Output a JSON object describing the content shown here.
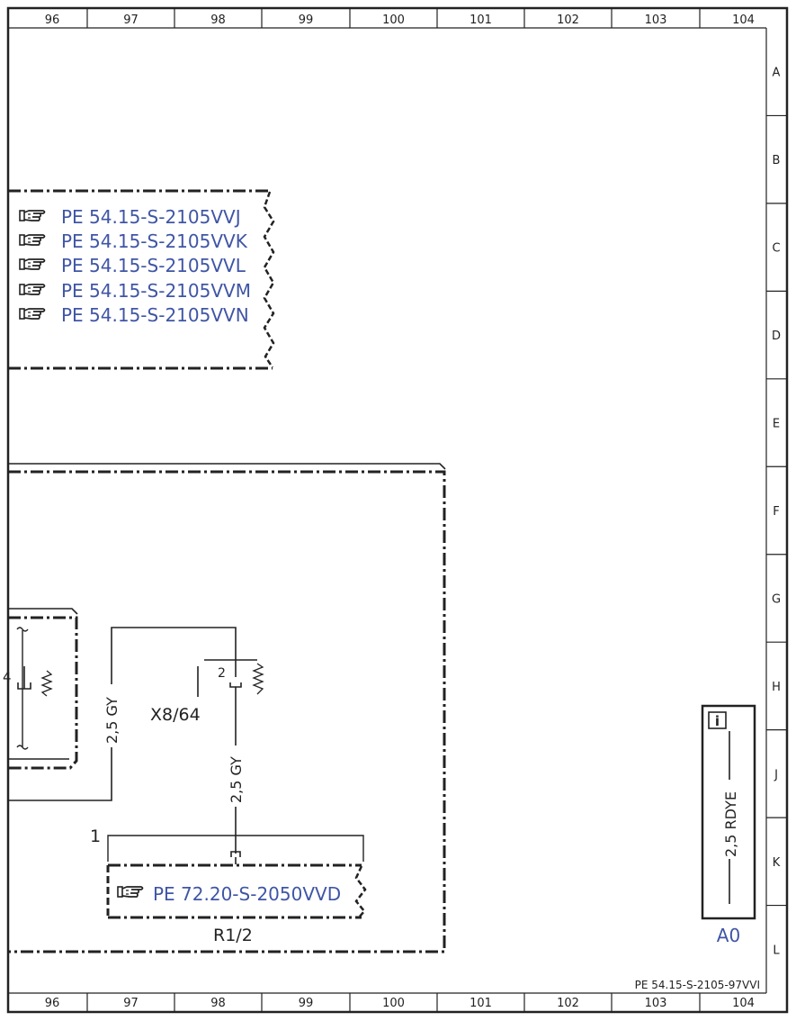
{
  "grid": {
    "columns": [
      "96",
      "97",
      "98",
      "99",
      "100",
      "101",
      "102",
      "103",
      "104"
    ],
    "rows": [
      "A",
      "B",
      "C",
      "D",
      "E",
      "F",
      "G",
      "H",
      "J",
      "K",
      "L"
    ]
  },
  "reference_box_top": {
    "links": [
      "PE 54.15-S-2105VVJ",
      "PE 54.15-S-2105VVK",
      "PE 54.15-S-2105VVL",
      "PE 54.15-S-2105VVM",
      "PE 54.15-S-2105VVN"
    ]
  },
  "connector": {
    "name": "X8/64",
    "pin": "2",
    "pin_left": "4"
  },
  "wires": {
    "left": "2,5 GY",
    "center": "2,5 GY",
    "info": "2,5 RDYE"
  },
  "component": {
    "name": "R1/2",
    "pin": "1",
    "link": "PE 72.20-S-2050VVD"
  },
  "info_box": {
    "target": "A0",
    "icon_letter": "i"
  },
  "footer": {
    "document_id": "PE 54.15-S-2105-97VVI"
  },
  "colors": {
    "link": "#3f55a5",
    "line": "#222222"
  }
}
